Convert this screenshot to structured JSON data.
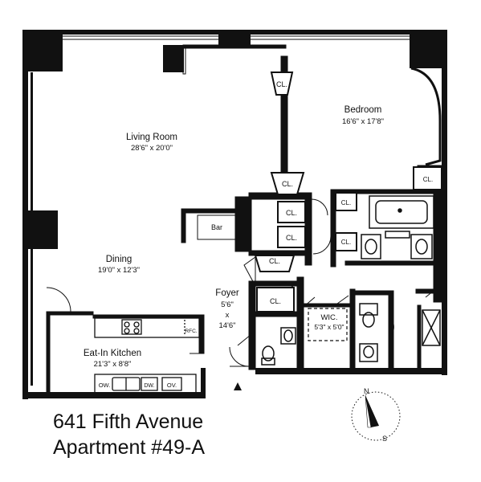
{
  "plan": {
    "rooms": {
      "living_room": {
        "name": "Living Room",
        "size": "28'6\" x 20'0\""
      },
      "bedroom": {
        "name": "Bedroom",
        "size": "16'6\" x 17'8\""
      },
      "dining": {
        "name": "Dining",
        "size": "19'0\" x 12'3\""
      },
      "foyer": {
        "name": "Foyer",
        "size_w": "5'6\"",
        "size_x": "x",
        "size_h": "14'6\""
      },
      "wic": {
        "name": "WIC.",
        "size": "5'3\" x 5'0\""
      },
      "kitchen": {
        "name": "Eat-In Kitchen",
        "size": "21'3\" x 8'8\""
      }
    },
    "closet_label": "CL.",
    "bar_label": "Bar",
    "appliances": {
      "ow": "OW.",
      "dw": "DW.",
      "ov": "OV.",
      "rfc": "RFC."
    },
    "compass": {
      "north": "N",
      "south": "S"
    }
  },
  "caption": {
    "address": "641 Fifth Avenue",
    "apartment": "Apartment #49-A"
  }
}
